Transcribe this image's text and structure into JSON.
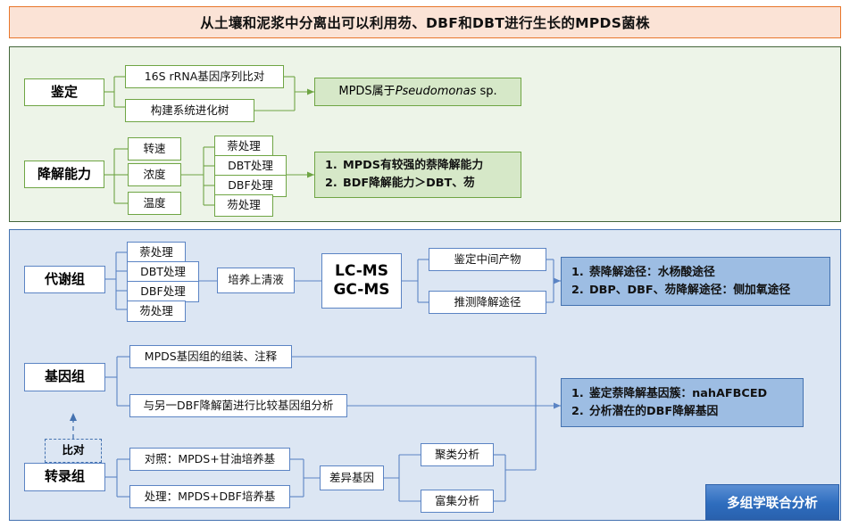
{
  "title": "从土壤和泥浆中分离出可以利用芴、DBF和DBT进行生长的MPDS菌株",
  "colors": {
    "title_bg": "#FBE3D6",
    "title_border": "#E8762B",
    "green_panel_bg": "#EDF4E8",
    "green_panel_border": "#44663A",
    "green_box_border": "#6FA544",
    "green_result_bg": "#D6E8C8",
    "blue_panel_bg": "#DCE6F3",
    "blue_panel_border": "#4472B0",
    "blue_box_border": "#5B84C4",
    "blue_result_bg": "#9DBDE3",
    "badge_bg": "#2E6DBE"
  },
  "green_section": {
    "rows": [
      {
        "head": "鉴定",
        "methods": [
          "16S rRNA基因序列比对",
          "构建系统进化树"
        ],
        "result_lines": [
          "MPDS属于Pseudomonas sp."
        ],
        "result_numbered": false
      },
      {
        "head": "降解能力",
        "factors": [
          "转速",
          "浓度",
          "温度"
        ],
        "treatments": [
          "萘处理",
          "DBT处理",
          "DBF处理",
          "芴处理"
        ],
        "result_lines": [
          "MPDS有较强的萘降解能力",
          "BDF降解能力＞DBT、芴"
        ],
        "result_numbered": true
      }
    ]
  },
  "blue_section": {
    "metabolome": {
      "head": "代谢组",
      "treatments": [
        "萘处理",
        "DBT处理",
        "DBF处理",
        "芴处理"
      ],
      "supernatant": "培养上清液",
      "instrument_lines": [
        "LC-MS",
        "GC-MS"
      ],
      "analyses": [
        "鉴定中间产物",
        "推测降解途径"
      ],
      "result_lines": [
        "萘降解途径：水杨酸途径",
        "DBP、DBF、芴降解途径：侧加氧途径"
      ],
      "result_numbered": true
    },
    "genome": {
      "head": "基因组",
      "tasks": [
        "MPDS基因组的组装、注释",
        "与另一DBF降解菌进行比较基因组分析"
      ]
    },
    "compare_node": "比对",
    "transcriptome": {
      "head": "转录组",
      "groups": [
        "对照：MPDS+甘油培养基",
        "处理：MPDS+DBF培养基"
      ],
      "deg": "差异基因",
      "analyses": [
        "聚类分析",
        "富集分析"
      ]
    },
    "omics_result": {
      "lines": [
        "鉴定萘降解基因簇：nahAFBCED",
        "分析潜在的DBF降解基因"
      ],
      "numbered": true
    },
    "badge": "多组学联合分析"
  }
}
